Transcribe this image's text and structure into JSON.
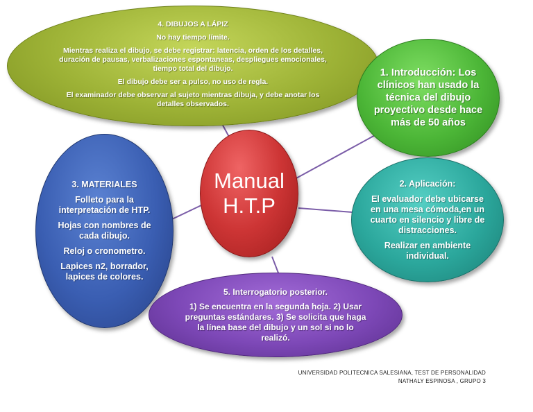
{
  "center": {
    "line1": "Manual",
    "line2": "H.T.P"
  },
  "nodes": {
    "dibujos": {
      "title": "4. DIBUJOS A LÁPIZ",
      "items": [
        "No hay tiempo límite.",
        "Mientras realiza el dibujo, se debe registrar: latencia, orden de los detalles, duración de pausas, verbalizaciones espontaneas, despliegues emocionales, tiempo total del dibujo.",
        "El dibujo debe ser a pulso, no uso de regla.",
        "El examinador debe observar al sujeto mientras dibuja, y debe anotar los detalles observados."
      ]
    },
    "intro": {
      "title": "1. Introducción: Los clínicos han usado la técnica del dibujo proyectivo desde hace más de 50 años"
    },
    "aplicacion": {
      "title": "2. Aplicación:",
      "items": [
        "El evaluador debe ubicarse en una mesa cómoda,en un cuarto en silencio y libre de distracciones.",
        "Realizar en ambiente individual."
      ]
    },
    "materiales": {
      "title": "3. MATERIALES",
      "items": [
        "Folleto para la interpretación de HTP.",
        "Hojas con nombres de cada dibujo.",
        "Reloj o cronometro.",
        "Lapices n2, borrador, lapices de colores."
      ]
    },
    "interrogatorio": {
      "title": "5. Interrogatorio posterior.",
      "items": [
        "1) Se encuentra en la segunda hoja. 2) Usar preguntas estándares. 3) Se solicita que haga la línea base del dibujo y un sol si no lo realizó."
      ]
    }
  },
  "footer": {
    "line1": "UNIVERSIDAD POLITECNICA SALESIANA, TEST DE PERSONALIDAD",
    "line2": "NATHALY ESPINOSA , GRUPO 3"
  },
  "colors": {
    "center": "#cd3535",
    "dibujos": "#9db236",
    "intro": "#4cb637",
    "aplicacion": "#2ba79c",
    "materiales": "#3a5eb2",
    "interrogatorio": "#7d48b7",
    "connector": "#7b5da8"
  }
}
